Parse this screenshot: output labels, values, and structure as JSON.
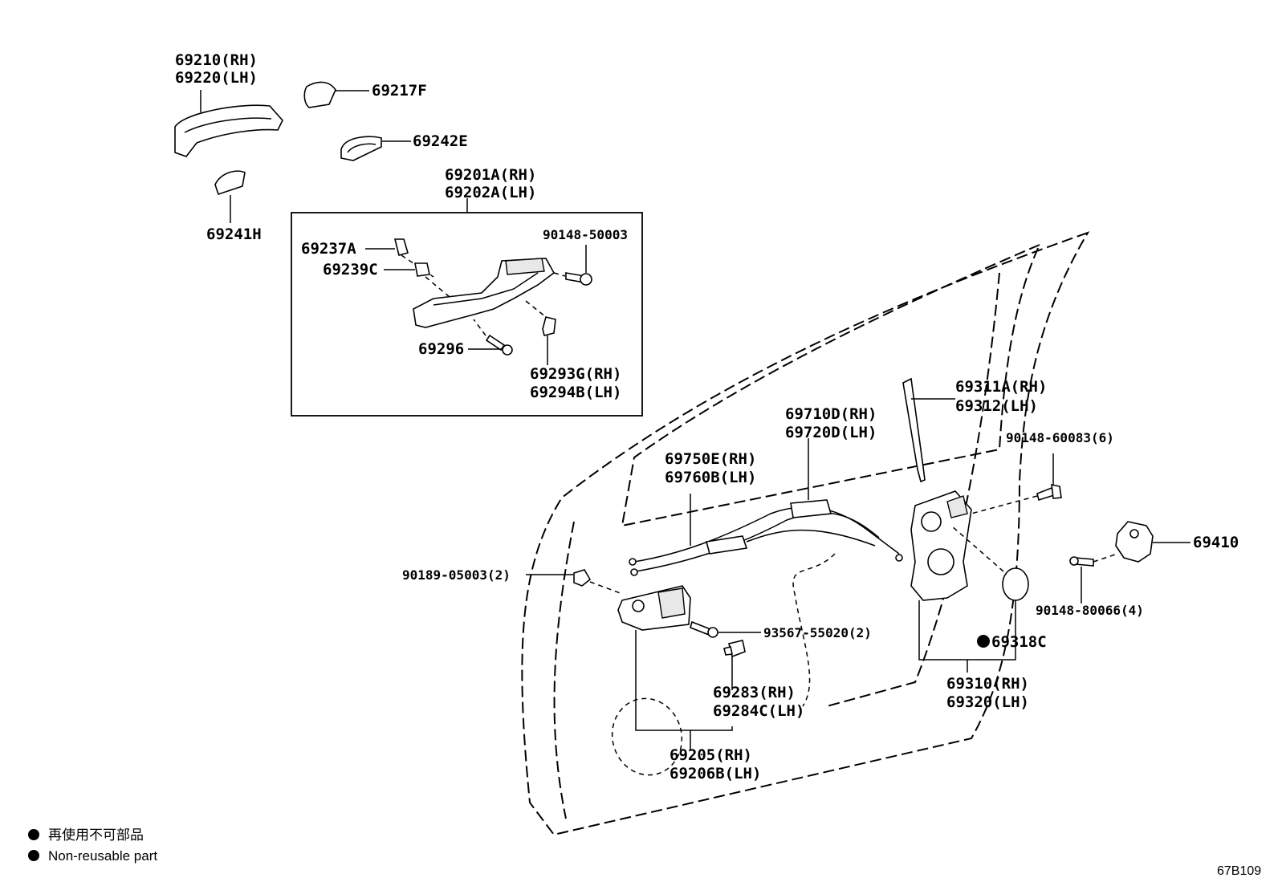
{
  "diagram": {
    "labels": {
      "outer_handle": [
        "69210(RH)",
        "69220(LH)"
      ],
      "cap": "69217F",
      "pad_front": "69242E",
      "pad_rear": "69241H",
      "frame_assy": [
        "69201A(RH)",
        "69202A(LH)"
      ],
      "frame_bolt": "90148-50003",
      "part_69237": "69237A",
      "part_69239": "69239C",
      "part_69296": "69296",
      "frame_bracket": [
        "69293G(RH)",
        "69294B(LH)"
      ],
      "lock_rod": [
        "69311A(RH)",
        "69312(LH)"
      ],
      "cable_inner": [
        "69710D(RH)",
        "69720D(LH)"
      ],
      "cable_lock": [
        "69750E(RH)",
        "69760B(LH)"
      ],
      "lock_screw": "90148-60083(6)",
      "striker": "69410",
      "clip": "90189-05003(2)",
      "handle_screw": "93567-55020(2)",
      "striker_screw": "90148-80066(4)",
      "seal": "69318C",
      "lock_assy": [
        "69310(RH)",
        "69320(LH)"
      ],
      "cover": [
        "69283(RH)",
        "69284C(LH)"
      ],
      "inner_handle": [
        "69205(RH)",
        "69206B(LH)"
      ]
    },
    "legend": {
      "jp": "再使用不可部品",
      "en": "Non-reusable part"
    },
    "diagram_code": "67B109"
  }
}
